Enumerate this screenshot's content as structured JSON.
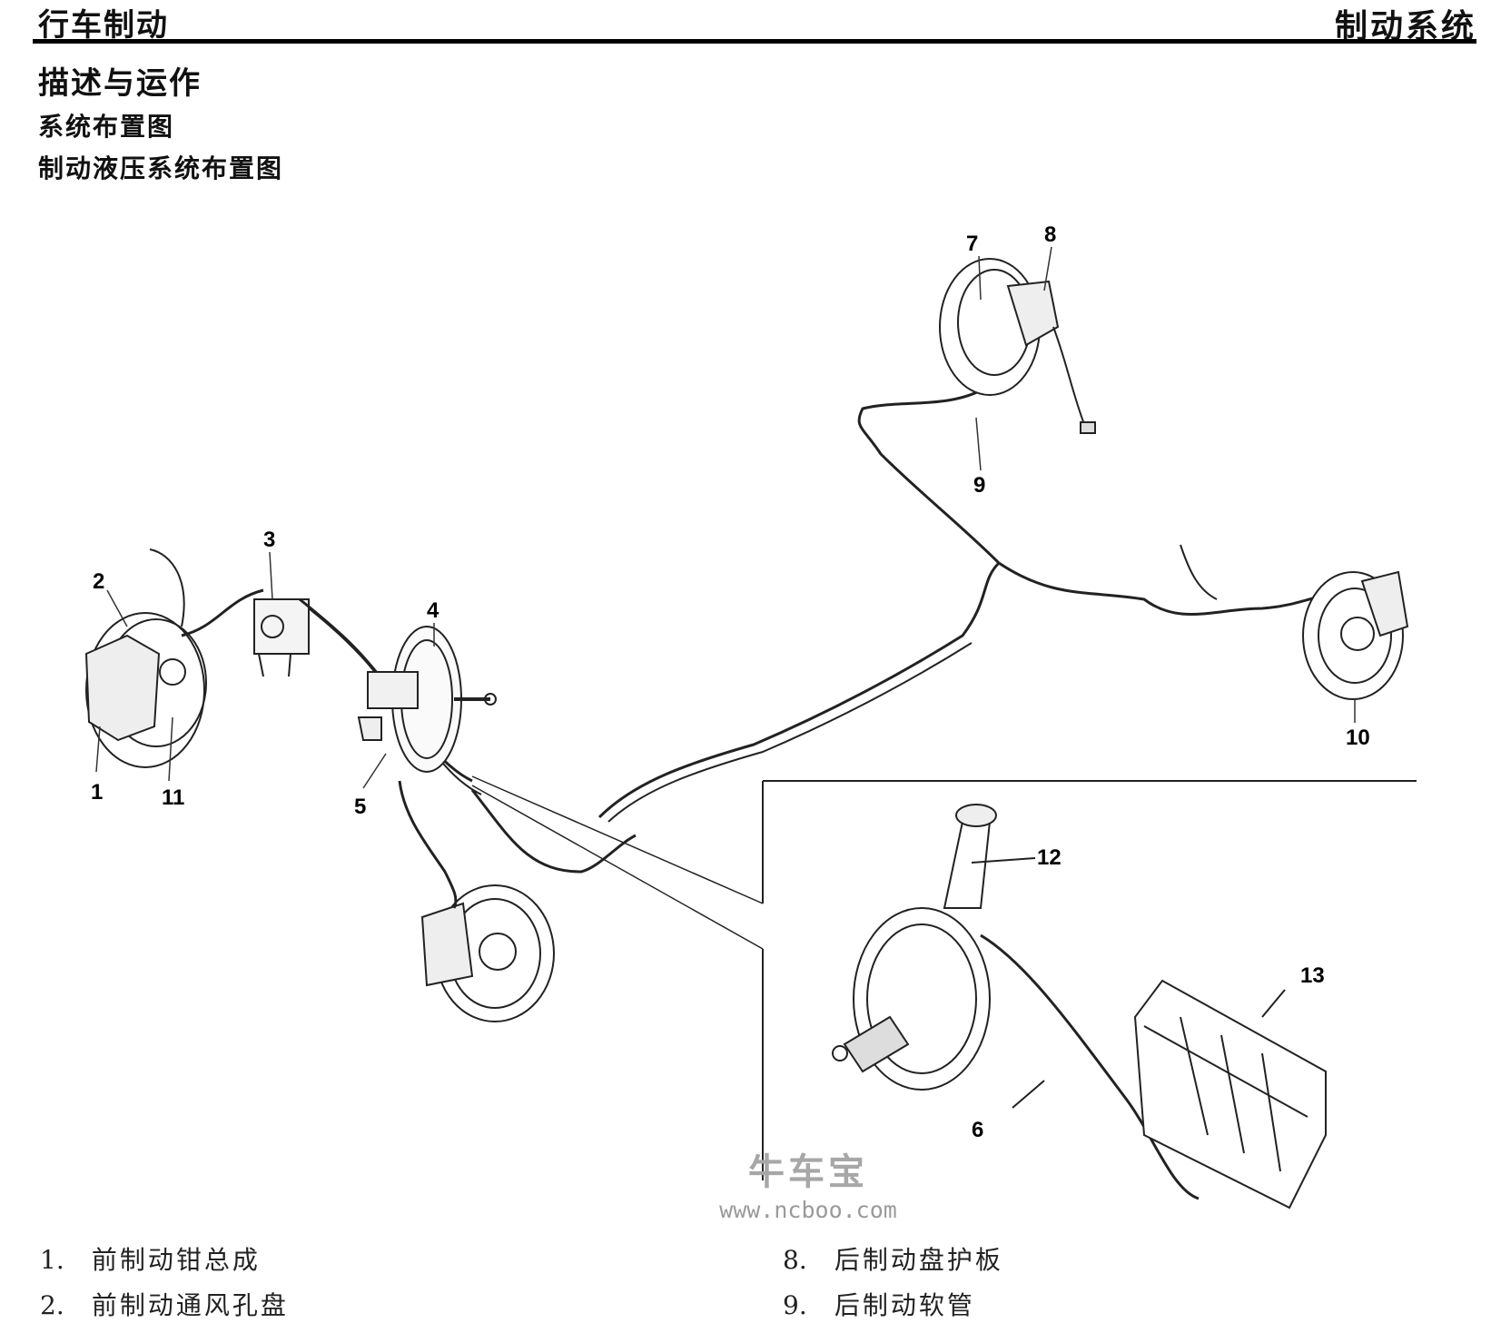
{
  "header": {
    "left_title": "行车制动",
    "right_title": "制动系统"
  },
  "headings": {
    "h1": "描述与运作",
    "h2": "系统布置图",
    "h3": "制动液压系统布置图"
  },
  "diagram": {
    "callouts": [
      "1",
      "2",
      "3",
      "4",
      "5",
      "6",
      "7",
      "8",
      "9",
      "10",
      "11",
      "12",
      "13"
    ]
  },
  "watermark": {
    "brand": "牛车宝",
    "url": "www.ncboo.com"
  },
  "legend": {
    "left": [
      {
        "num": "1.",
        "text": "前制动钳总成"
      },
      {
        "num": "2.",
        "text": "前制动通风孔盘"
      }
    ],
    "right": [
      {
        "num": "8.",
        "text": "后制动盘护板"
      },
      {
        "num": "9.",
        "text": "后制动软管"
      }
    ]
  }
}
